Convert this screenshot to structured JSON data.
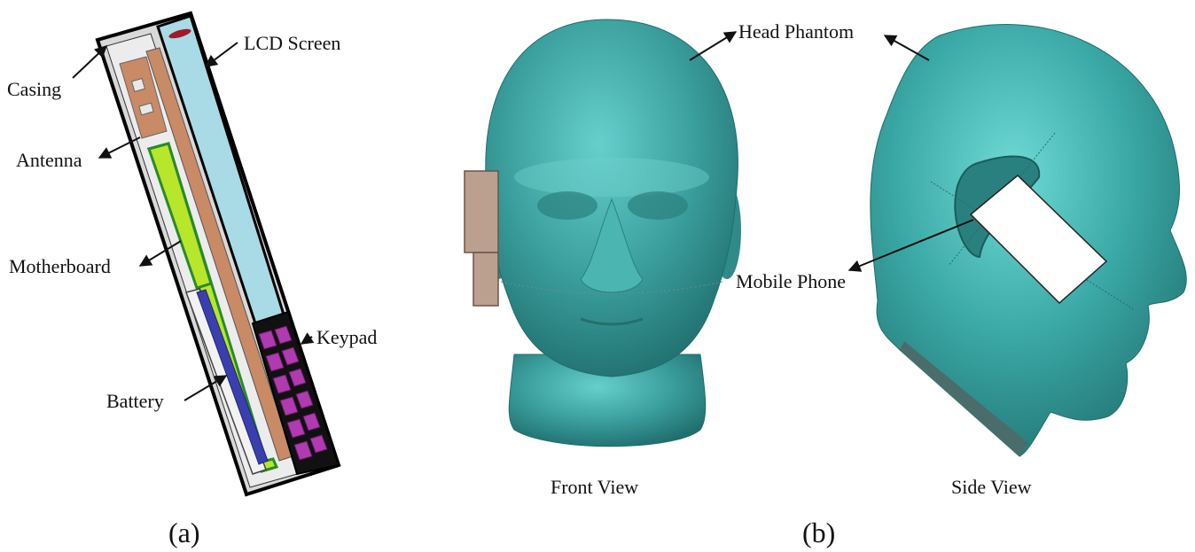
{
  "panel_a": {
    "letter": "(a)",
    "labels": {
      "casing": "Casing",
      "lcd_screen": "LCD Screen",
      "antenna": "Antenna",
      "motherboard": "Motherboard",
      "keypad": "Keypad",
      "battery": "Battery"
    }
  },
  "panel_b": {
    "letter": "(b)",
    "labels": {
      "head_phantom": "Head Phantom",
      "mobile_phone": "Mobile Phone"
    },
    "captions": {
      "front_view": "Front View",
      "side_view": "Side View"
    }
  },
  "colors": {
    "head": "#3a9e9c",
    "head_highlight": "#5fc9c6",
    "head_shadow": "#1f6d6c",
    "lcd": "#a8dbe6",
    "pcb_brown": "#c98a66",
    "motherboard_green": "#b8e62a",
    "battery_blue": "#3a3fb0",
    "keypad_magenta": "#b03ab0",
    "casing_grey": "#d9d9d9",
    "phone_front": "#bba090"
  }
}
